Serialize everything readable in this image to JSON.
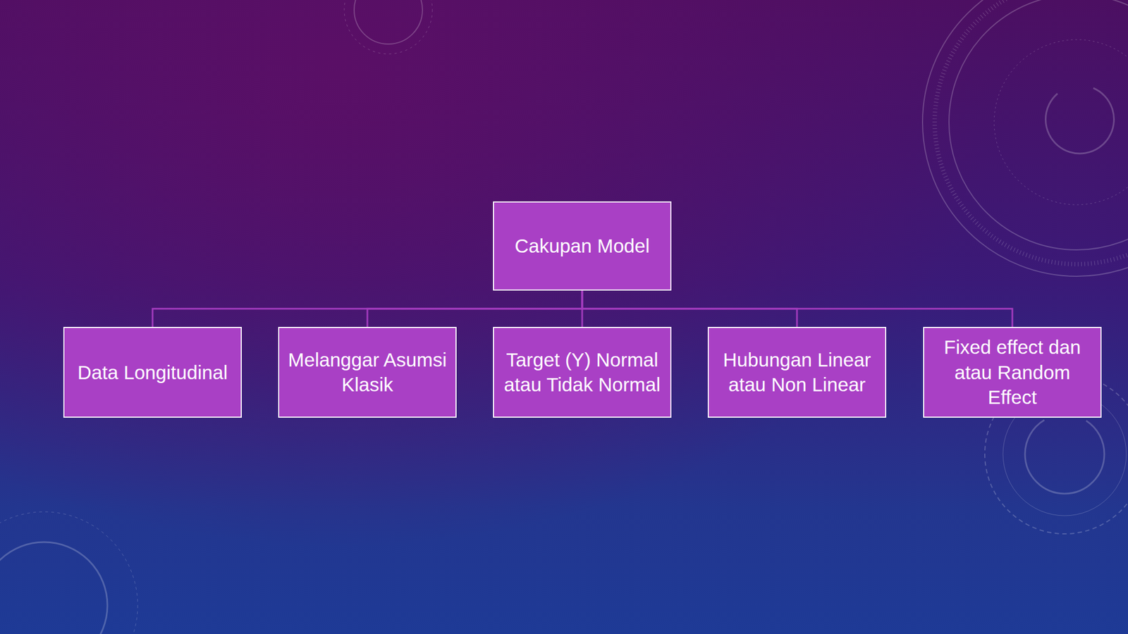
{
  "diagram": {
    "nodes": [
      {
        "text": [
          "Cakupan Model"
        ]
      },
      {
        "text": [
          "Data Longitudinal"
        ]
      },
      {
        "text": [
          "Melanggar Asumsi Klasik"
        ]
      },
      {
        "text": [
          "Target (Y) Normal atau Tidak Normal"
        ]
      },
      {
        "text": [
          "Hubungan Linear atau Non Linear"
        ]
      },
      {
        "text": [
          "Fixed effect dan atau Random Effect"
        ]
      }
    ],
    "edges": [
      {
        "from": 0,
        "to": 1,
        "arrow": "none"
      },
      {
        "from": 0,
        "to": 2,
        "arrow": "none"
      },
      {
        "from": 0,
        "to": 3,
        "arrow": "none"
      },
      {
        "from": 0,
        "to": 4,
        "arrow": "none"
      },
      {
        "from": 0,
        "to": 5,
        "arrow": "none"
      }
    ]
  }
}
